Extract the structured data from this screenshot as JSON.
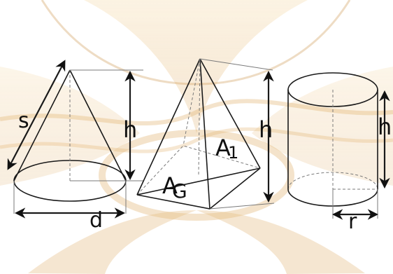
{
  "colors": {
    "background": "#ffffff",
    "wave_dark": "#d9a24f",
    "wave_light": "#f3d6a3",
    "line": "#1a1a1a",
    "hidden_line": "#7a7a7a"
  },
  "labels": {
    "cone_slant": "s",
    "cone_height": "h",
    "cone_diameter": "d",
    "pyramid_height": "h",
    "pyramid_lateral_area": "A",
    "pyramid_lateral_area_sub": "1",
    "pyramid_base_area": "A",
    "pyramid_base_area_sub": "G",
    "cylinder_height": "h",
    "cylinder_radius": "r"
  }
}
